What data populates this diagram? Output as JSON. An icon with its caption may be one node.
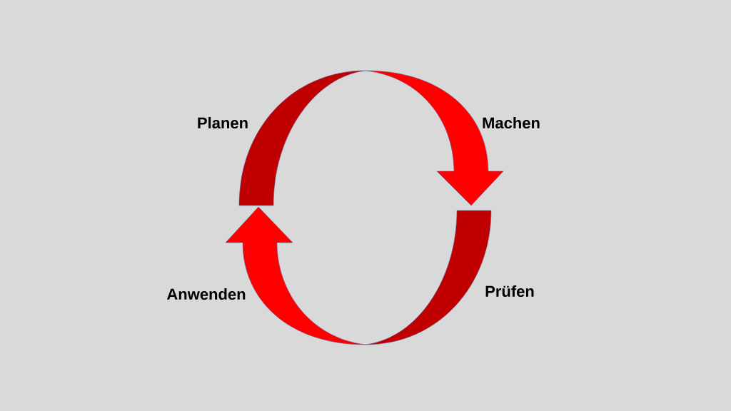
{
  "diagram": {
    "labels": [
      "Planen",
      "Machen",
      "Prüfen",
      "Anwenden"
    ]
  }
}
